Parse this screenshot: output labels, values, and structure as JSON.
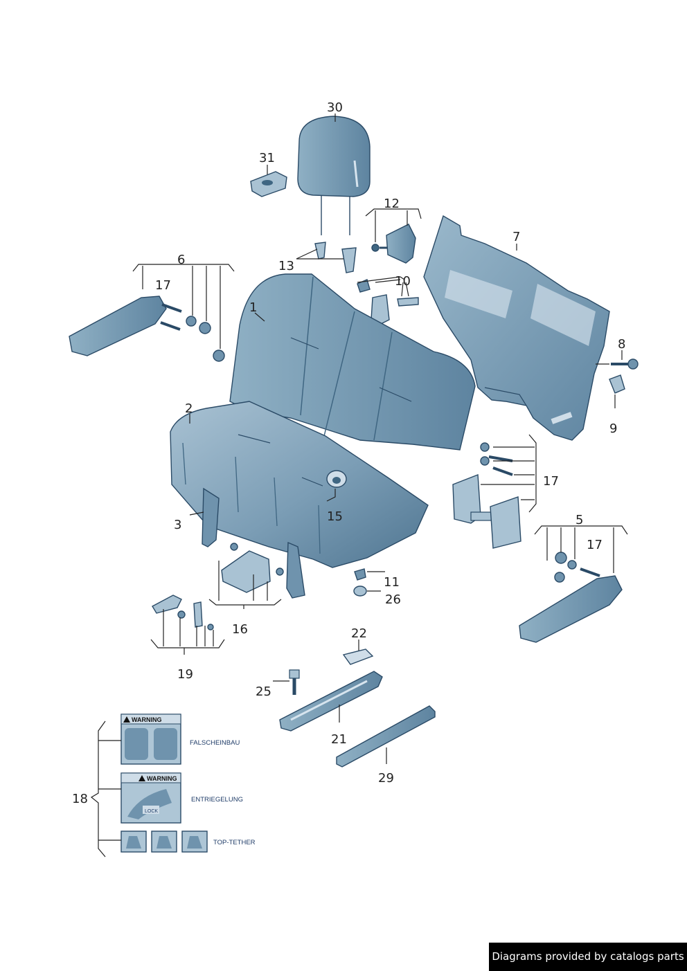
{
  "callouts": {
    "c30": "30",
    "c31": "31",
    "c12": "12",
    "c7": "7",
    "c13": "13",
    "c10": "10",
    "c6": "6",
    "c17a": "17",
    "c1": "1",
    "c8": "8",
    "c2": "2",
    "c9": "9",
    "c17b": "17",
    "c3": "3",
    "c15": "15",
    "c5": "5",
    "c17c": "17",
    "c11": "11",
    "c26": "26",
    "c16": "16",
    "c22": "22",
    "c19": "19",
    "c25": "25",
    "c21": "21",
    "c29": "29",
    "c18": "18"
  },
  "labels": {
    "warning_1": "WARNING",
    "warning_2": "WARNING",
    "lock": "LOCK",
    "falscheinbau": "FALSCHEINBAU",
    "entriegelung": "ENTRIEGELUNG",
    "top_tether": "TOP-TETHER"
  },
  "footer": {
    "credit": "Diagrams provided by catalogs parts"
  },
  "colors": {
    "part_fill": "#6f93ad",
    "part_light": "#a9c2d3",
    "part_dark": "#3f6682",
    "outline": "#2a4a66",
    "credit_bg": "#000000"
  }
}
